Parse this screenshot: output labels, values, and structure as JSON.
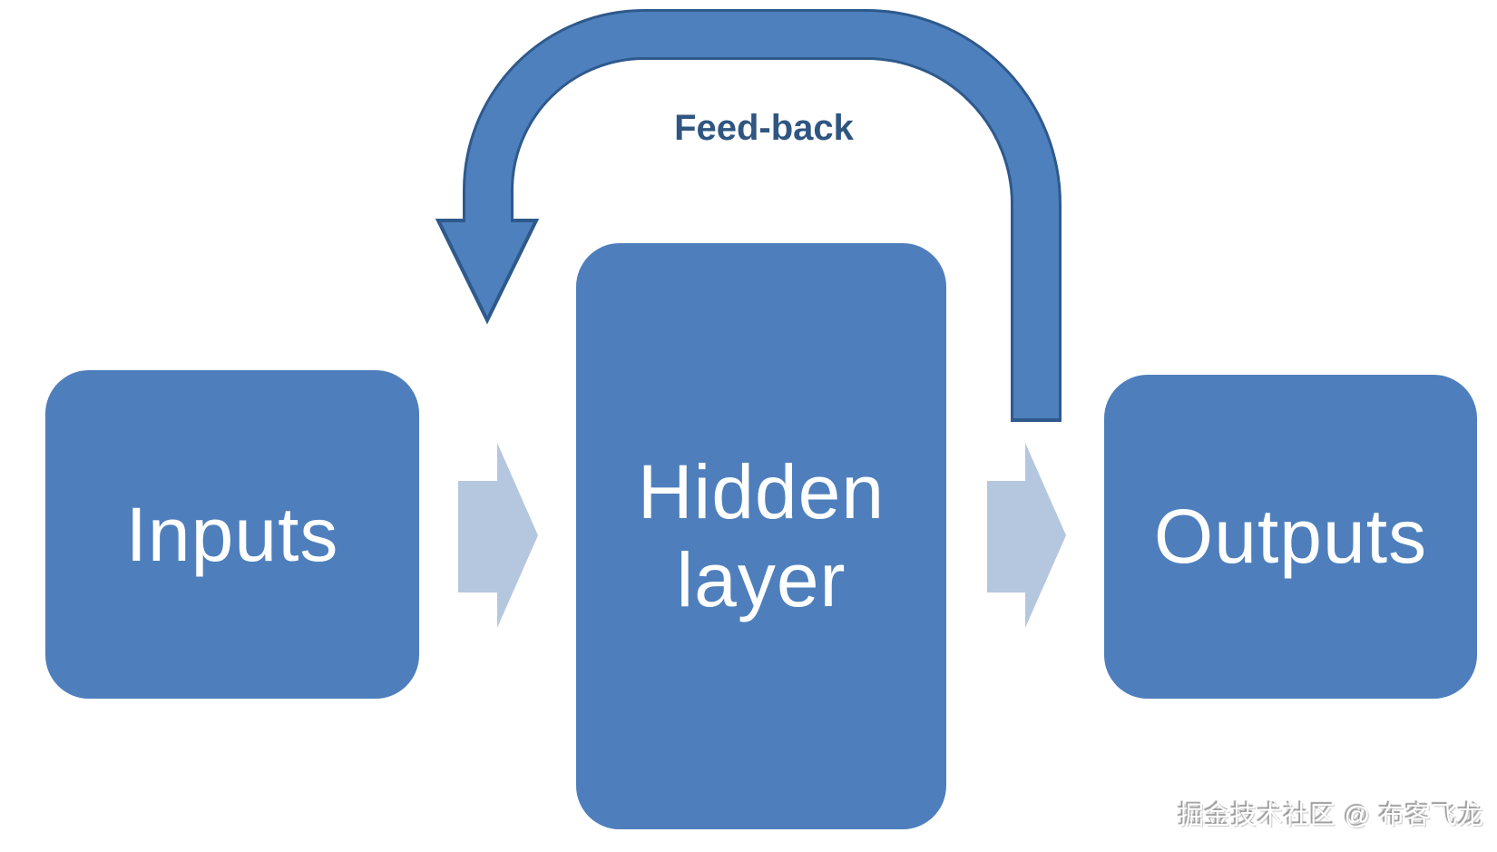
{
  "diagram": {
    "type": "flow-diagram",
    "description": "Recurrent neural network flow with feedback loop",
    "nodes": [
      {
        "id": "inputs",
        "label": "Inputs"
      },
      {
        "id": "hidden",
        "label": "Hidden layer"
      },
      {
        "id": "outputs",
        "label": "Outputs"
      }
    ],
    "edges": [
      {
        "from": "inputs",
        "to": "hidden",
        "label": ""
      },
      {
        "from": "hidden",
        "to": "outputs",
        "label": ""
      },
      {
        "from": "outputs",
        "to": "hidden",
        "label": "Feed-back",
        "type": "feedback-loop"
      }
    ]
  },
  "watermark": {
    "text": "掘金技术社区 @ 布客飞龙"
  },
  "colors": {
    "background": "#ffffff",
    "box_fill": "#4e7fbc",
    "box_text": "#ffffff",
    "flow_arrow": "#b5c7df",
    "feedback_fill": "#4e80bd",
    "feedback_outline": "#2e598c",
    "feedback_label_text": "#2f5680",
    "watermark_text": "#ffffff",
    "watermark_shadow": "#999999"
  }
}
